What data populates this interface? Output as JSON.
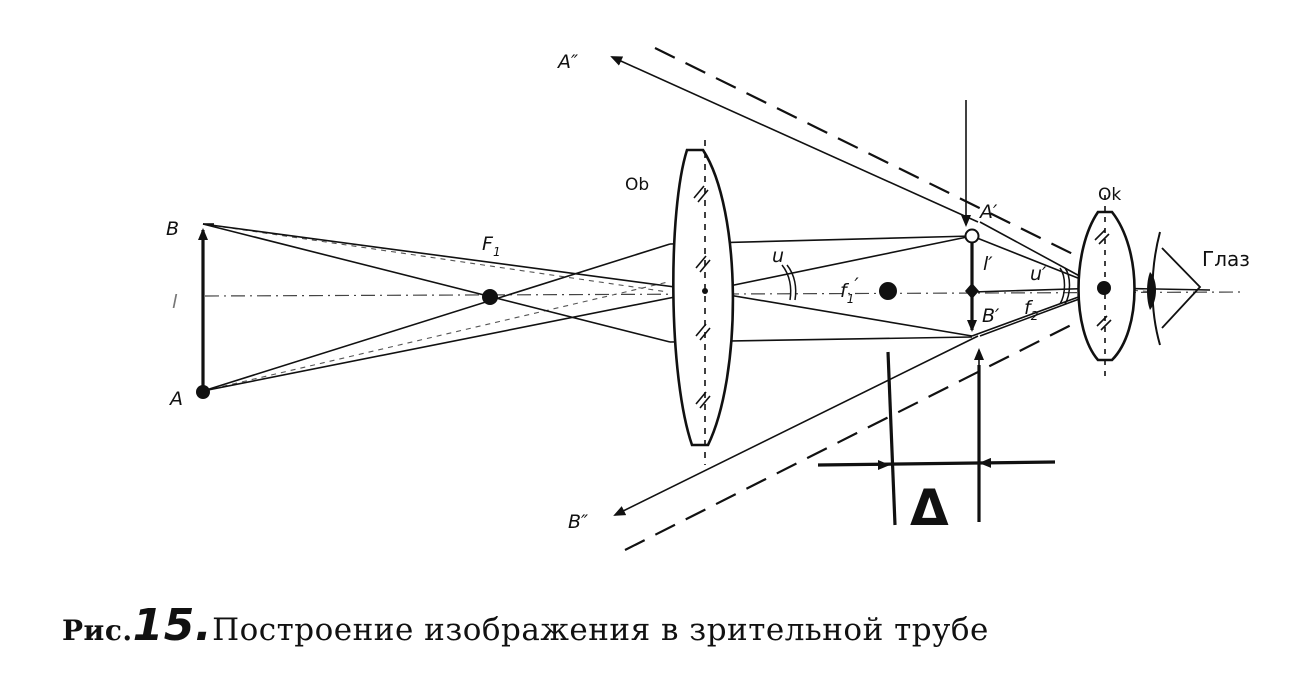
{
  "labels": {
    "A": "A",
    "B": "B",
    "object_size": "l",
    "F1": "F",
    "F1_sub": "1",
    "objective": "Ob",
    "eyepiece": "Ok",
    "eye": "Глаз",
    "A_prime": "A′",
    "B_prime": "B′",
    "l_prime": "l′",
    "f1_prime": "f",
    "f1_prime_sub": "1",
    "f1_prime_mark": "′",
    "f2": "f",
    "f2_sub": "2",
    "u": "u",
    "u_prime": "u′",
    "A_double_prime": "A″",
    "B_double_prime": "B″",
    "delta": "Δ"
  },
  "caption": {
    "prefix": "Рис.",
    "number": "15.",
    "text": "Построение изображения в зрительной трубе"
  }
}
